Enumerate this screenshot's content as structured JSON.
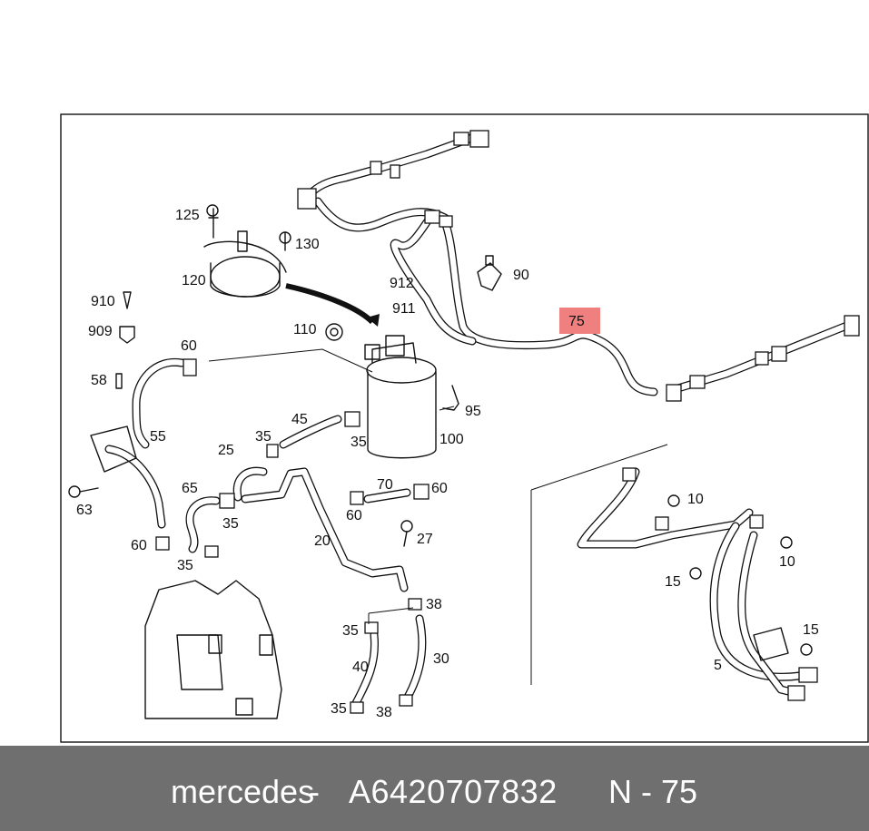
{
  "diagram": {
    "callouts": {
      "c125": "125",
      "c130": "130",
      "c120": "120",
      "c912": "912",
      "c911": "911",
      "c110": "110",
      "c90": "90",
      "c75": "75",
      "c910": "910",
      "c909": "909",
      "c58": "58",
      "c60a": "60",
      "c45": "45",
      "c95": "95",
      "c35a": "35",
      "c35b": "35",
      "c100": "100",
      "c55": "55",
      "c25": "25",
      "c65": "65",
      "c70": "70",
      "c60b": "60",
      "c63": "63",
      "c35c": "35",
      "c60c": "60",
      "c60d": "60",
      "c27": "27",
      "c20": "20",
      "c35d": "35",
      "c38a": "38",
      "c35e": "35",
      "c40": "40",
      "c30": "30",
      "c35f": "35",
      "c38b": "38",
      "c10a": "10",
      "c10b": "10",
      "c15a": "15",
      "c15b": "15",
      "c5": "5"
    },
    "highlight_color": "#f08080",
    "highlighted_callout": "75"
  },
  "footer": {
    "brand": "mercedes",
    "separator": "-",
    "part_number": "A6420707832",
    "code": "N - 75",
    "background": "#6f6f6f",
    "text_color": "#ffffff"
  }
}
